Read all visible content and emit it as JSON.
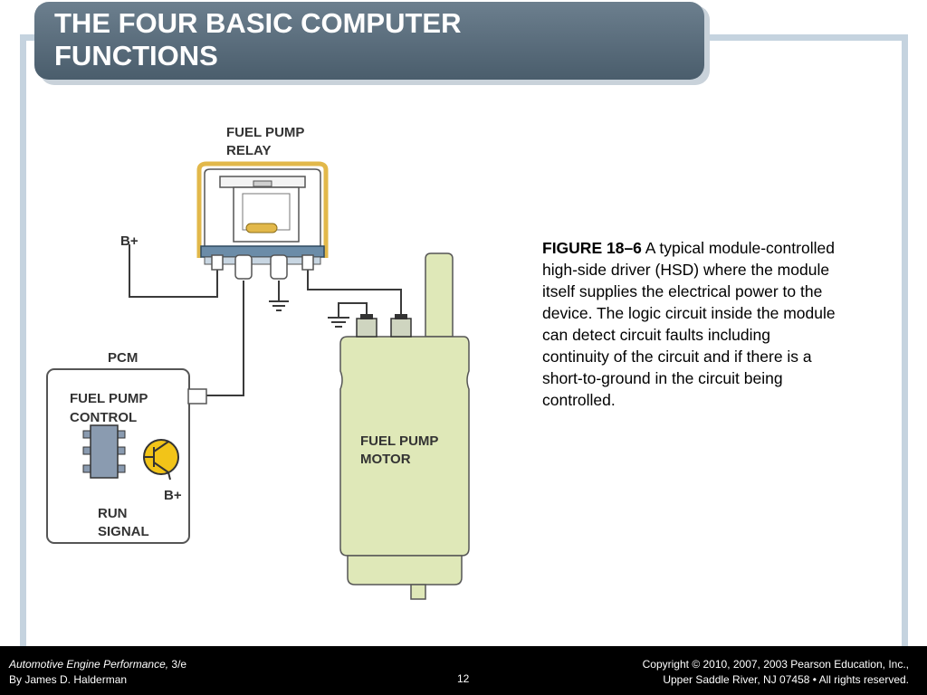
{
  "slide": {
    "title_line1": "THE FOUR BASIC COMPUTER",
    "title_line2": "FUNCTIONS",
    "slide_number": "12"
  },
  "diagram": {
    "relay_label_1": "FUEL PUMP",
    "relay_label_2": "RELAY",
    "bplus_relay": "B+",
    "pcm_label": "PCM",
    "control_label_1": "FUEL PUMP",
    "control_label_2": "CONTROL",
    "bplus_transistor": "B+",
    "run_label_1": "RUN",
    "run_label_2": "SIGNAL",
    "motor_label_1": "FUEL PUMP",
    "motor_label_2": "MOTOR"
  },
  "caption": {
    "figure_id": "FIGURE 18–6",
    "text": " A typical module-controlled high-side driver (HSD) where the module itself supplies the electrical power to the device. The logic circuit inside the module can detect circuit faults including continuity of the circuit and if there is a short-to-ground in the circuit being controlled."
  },
  "footer": {
    "book_title": "Automotive Engine Performance,",
    "edition": " 3/e",
    "author": "By James D. Halderman",
    "copyright_line1": "Copyright © 2010, 2007, 2003 Pearson Education, Inc.,",
    "copyright_line2": "Upper Saddle River, NJ 07458 • All rights reserved."
  },
  "colors": {
    "relay_outline": "#e2b84a",
    "motor_body": "#dfe8b8",
    "transistor": "#f2c418",
    "chip": "#8a9bb0",
    "wire": "#3a3a3a"
  }
}
